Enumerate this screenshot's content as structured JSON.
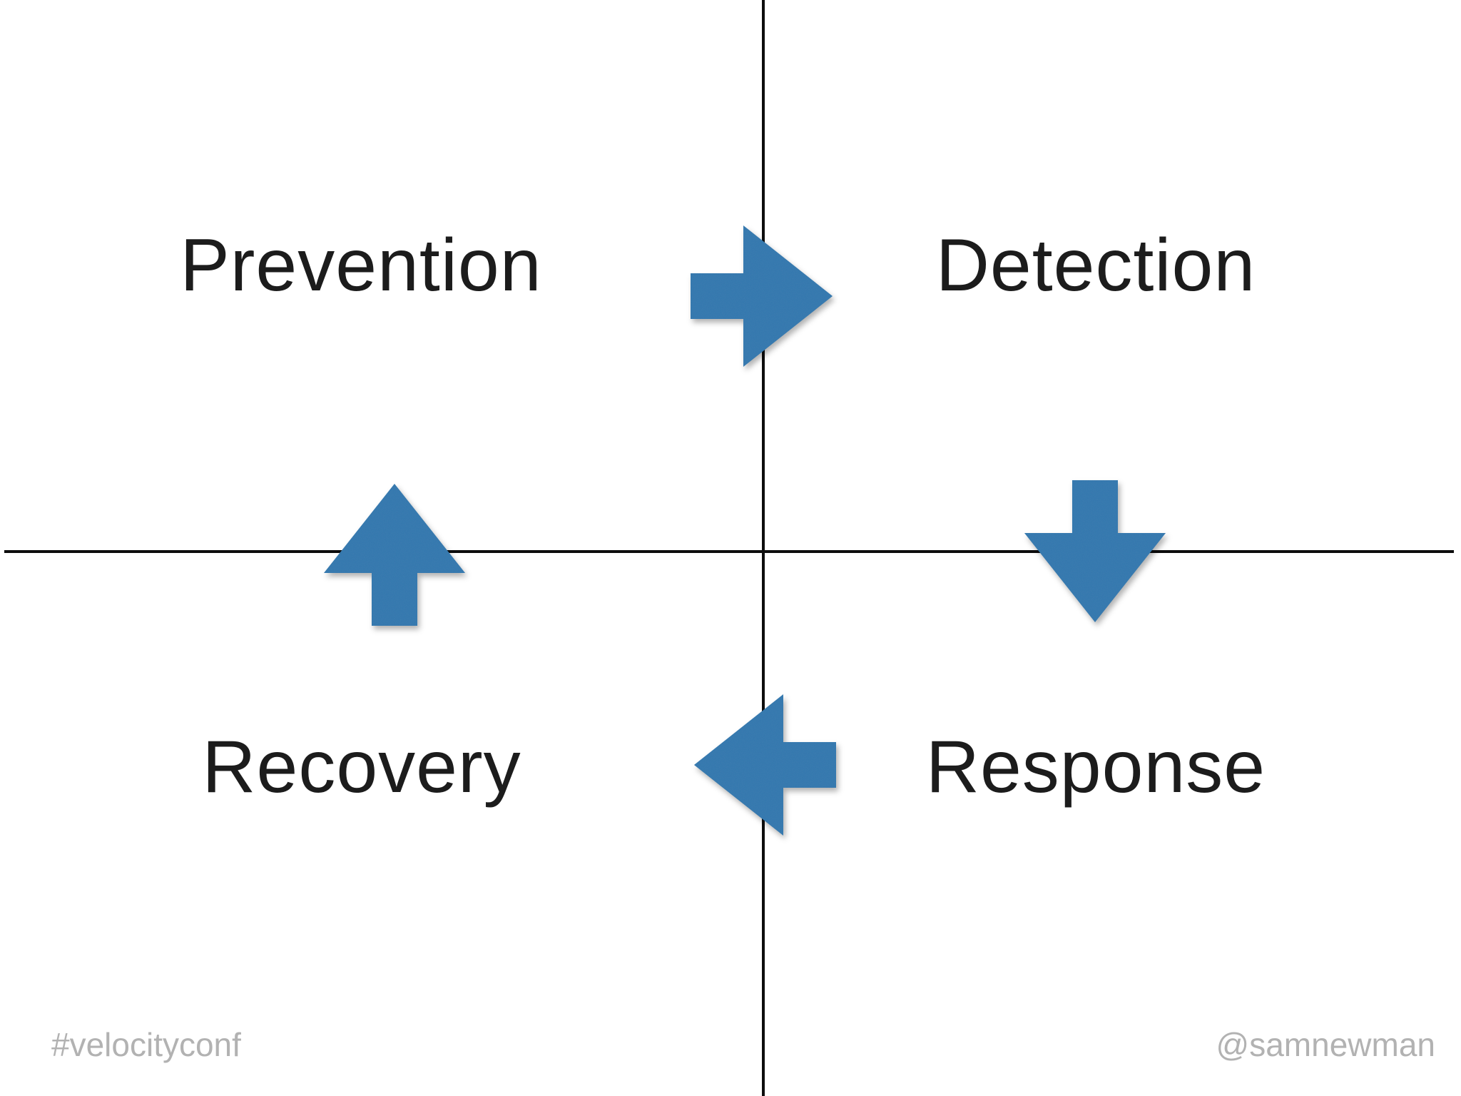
{
  "slide": {
    "quadrants": {
      "top_left": {
        "label": "Prevention"
      },
      "top_right": {
        "label": "Detection"
      },
      "bottom_left": {
        "label": "Recovery"
      },
      "bottom_right": {
        "label": "Response"
      }
    },
    "cycle_arrows": [
      {
        "name": "arrow-right",
        "direction": "right"
      },
      {
        "name": "arrow-down",
        "direction": "down"
      },
      {
        "name": "arrow-left",
        "direction": "left"
      },
      {
        "name": "arrow-up",
        "direction": "up"
      }
    ],
    "footer": {
      "hashtag": "#velocityconf",
      "handle": "@samnewman"
    }
  },
  "colors": {
    "arrow_blue": "#2e75ae",
    "axis_line": "#0d0d0d",
    "label_text": "#1c1c1c",
    "footer_text": "#b2b2b2",
    "background": "#ffffff"
  }
}
